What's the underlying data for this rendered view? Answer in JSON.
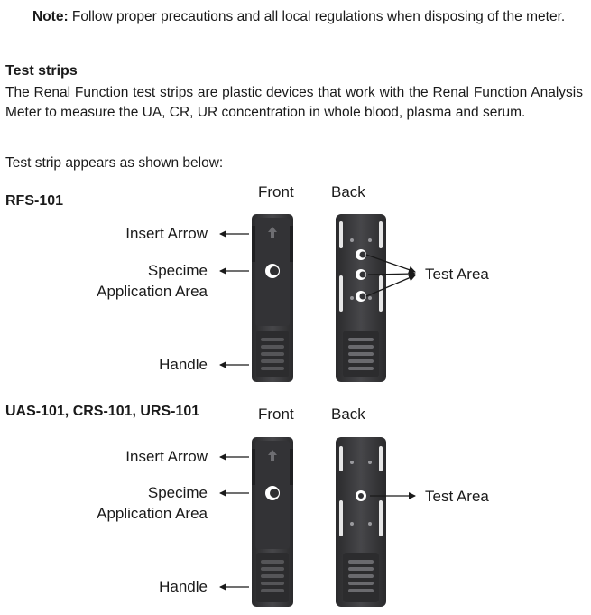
{
  "note": {
    "label": "Note:",
    "text": " Follow proper precautions and all local regulations when disposing of the meter."
  },
  "section": {
    "heading": "Test strips",
    "paragraph": "The Renal Function test strips are plastic devices that work with the Renal Function Analysis Meter to measure the UA, CR, UR concentration in whole blood, plasma and serum.",
    "shown_text": "Test strip appears as shown below:"
  },
  "figure1": {
    "model": "RFS-101",
    "front": "Front",
    "back": "Back",
    "insert_arrow": "Insert Arrow",
    "specimen_line1": "Specime",
    "specimen_line2": "Application Area",
    "handle": "Handle",
    "test_area": "Test Area"
  },
  "figure2": {
    "model": "UAS-101, CRS-101, URS-101",
    "front": "Front",
    "back": "Back",
    "insert_arrow": "Insert Arrow",
    "specimen_line1": "Specime",
    "specimen_line2": "Application Area",
    "handle": "Handle",
    "test_area": "Test Area"
  },
  "colors": {
    "strip": "#3a3a3c",
    "strip_dark": "#262628",
    "text": "#1a1a1a"
  }
}
